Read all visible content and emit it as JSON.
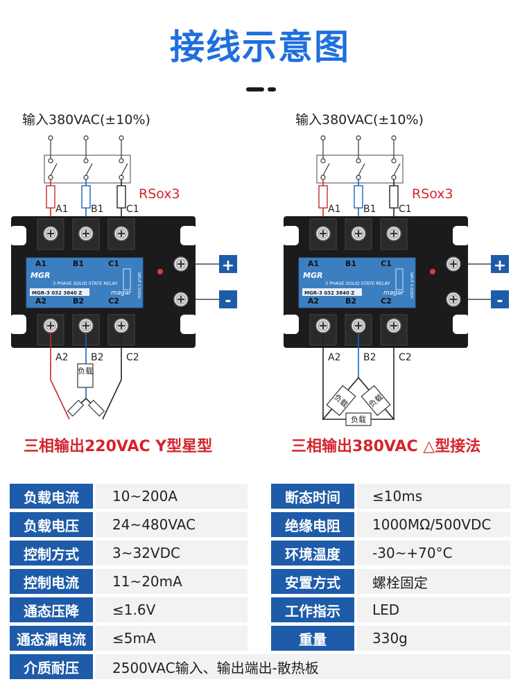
{
  "title": "接线示意图",
  "colors": {
    "accent": "#1f6fdc",
    "caption": "#d4242c",
    "label_bg": "#1e5ba8",
    "value_bg": "#f2f2f2",
    "wire_red": "#c62828",
    "wire_blue": "#1565c0"
  },
  "diagrams": [
    {
      "input_label": "输入380VAC(±10%)",
      "fuse_label": "RSox3",
      "top_terminals": [
        "A1",
        "B1",
        "C1"
      ],
      "bottom_terminals": [
        "A2",
        "B2",
        "C2"
      ],
      "relay": {
        "brand": "MGR",
        "subtitle": "3 PHASE SOLID STATE RELAY",
        "model": "MGR-3 032 3840 Z",
        "maker": "magar",
        "side_text": "INPUT 3-32VDC"
      },
      "plus": "+",
      "minus": "-",
      "load_label": "负载",
      "caption": "三相输出220VAC Y型星型"
    },
    {
      "input_label": "输入380VAC(±10%)",
      "fuse_label": "RSox3",
      "top_terminals": [
        "A1",
        "B1",
        "C1"
      ],
      "bottom_terminals": [
        "A2",
        "B2",
        "C2"
      ],
      "relay": {
        "brand": "MGR",
        "subtitle": "3 PHASE SOLID STATE RELAY",
        "model": "MGR-3 032 3840 Z",
        "maker": "magar",
        "side_text": "INPUT 3-32VDC"
      },
      "plus": "+",
      "minus": "-",
      "load_label": "负载",
      "caption": "三相输出380VAC △型接法"
    }
  ],
  "specs": [
    {
      "label": "负载电流",
      "value": "10~200A",
      "label2": "断态时间",
      "value2": "≤10ms"
    },
    {
      "label": "负载电压",
      "value": "24~480VAC",
      "label2": "绝缘电阻",
      "value2": "1000MΩ/500VDC"
    },
    {
      "label": "控制方式",
      "value": "3~32VDC",
      "label2": "环境温度",
      "value2": "-30~+70°C"
    },
    {
      "label": "控制电流",
      "value": "11~20mA",
      "label2": "安置方式",
      "value2": "螺栓固定"
    },
    {
      "label": "通态压降",
      "value": "≤1.6V",
      "label2": "工作指示",
      "value2": "LED"
    },
    {
      "label": "通态漏电流",
      "value": "≤5mA",
      "label2": "重量",
      "value2": "330g"
    },
    {
      "label": "介质耐压",
      "value": "2500VAC输入、输出端出-散热板"
    }
  ]
}
